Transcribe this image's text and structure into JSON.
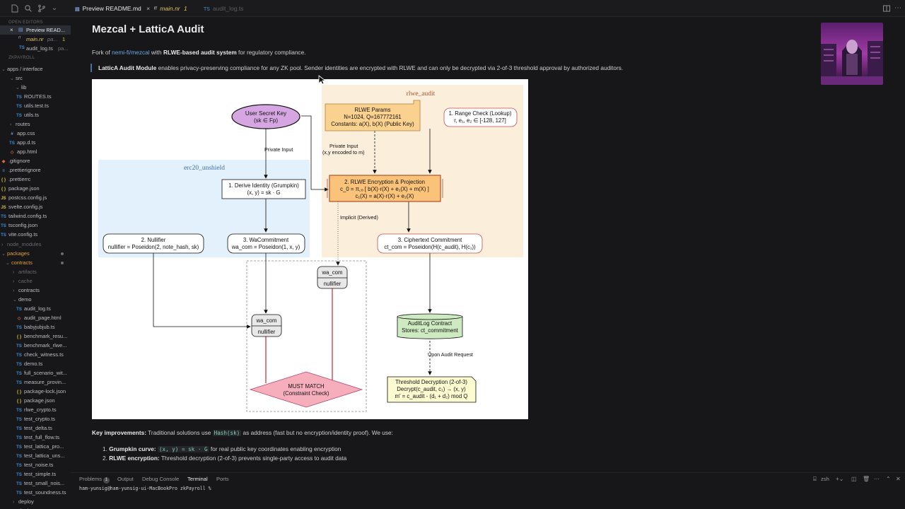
{
  "tabs": [
    {
      "label": "Preview README.md",
      "icon": "preview-icon"
    },
    {
      "label": "main.nr",
      "suffix": "1",
      "icon": "noir-file-icon"
    },
    {
      "label": "audit_log.ts",
      "icon": "ts-file-icon"
    }
  ],
  "tab_close": "×",
  "sidebar": {
    "open_editors_header": "OPEN EDITORS",
    "open_editors": [
      {
        "name": "Preview READ...",
        "close": "×"
      },
      {
        "name": "main.nr",
        "path": "pa...",
        "mod": "1"
      },
      {
        "name": "audit_log.ts",
        "path": "pa..."
      }
    ],
    "project_header": "ZKPAYROLL",
    "tree": [
      {
        "label": "apps / interface",
        "kind": "folder"
      },
      {
        "label": "src",
        "kind": "folder"
      },
      {
        "label": "lib",
        "kind": "folder"
      },
      {
        "label": "ROUTES.ts",
        "kind": "ts"
      },
      {
        "label": "utils.test.ts",
        "kind": "ts"
      },
      {
        "label": "utils.ts",
        "kind": "ts"
      },
      {
        "label": "routes",
        "kind": "folder"
      },
      {
        "label": "app.css",
        "kind": "css"
      },
      {
        "label": "app.d.ts",
        "kind": "ts"
      },
      {
        "label": "app.html",
        "kind": "html"
      },
      {
        "label": ".gitignore",
        "kind": "git"
      },
      {
        "label": ".prettierignore",
        "kind": "cfg"
      },
      {
        "label": ".prettierrc",
        "kind": "json"
      },
      {
        "label": "package.json",
        "kind": "json"
      },
      {
        "label": "postcss.config.js",
        "kind": "js"
      },
      {
        "label": "svelte.config.js",
        "kind": "js"
      },
      {
        "label": "tailwind.config.ts",
        "kind": "ts"
      },
      {
        "label": "tsconfig.json",
        "kind": "ts"
      },
      {
        "label": "vite.config.ts",
        "kind": "ts"
      },
      {
        "label": "node_modules",
        "kind": "folder"
      },
      {
        "label": "packages",
        "kind": "folder"
      },
      {
        "label": "contracts",
        "kind": "folder"
      },
      {
        "label": "artifacts",
        "kind": "folder"
      },
      {
        "label": "cache",
        "kind": "folder"
      },
      {
        "label": "contracts",
        "kind": "folder"
      },
      {
        "label": "demo",
        "kind": "folder"
      },
      {
        "label": "audit_log.ts",
        "kind": "ts"
      },
      {
        "label": "audit_page.html",
        "kind": "html"
      },
      {
        "label": "babyjubjub.ts",
        "kind": "ts"
      },
      {
        "label": "benchmark_resu...",
        "kind": "json"
      },
      {
        "label": "benchmark_rlwe...",
        "kind": "ts"
      },
      {
        "label": "check_witness.ts",
        "kind": "ts"
      },
      {
        "label": "demo.ts",
        "kind": "ts"
      },
      {
        "label": "full_scenario_wit...",
        "kind": "ts"
      },
      {
        "label": "measure_provin...",
        "kind": "ts"
      },
      {
        "label": "package-lock.json",
        "kind": "json"
      },
      {
        "label": "package.json",
        "kind": "json"
      },
      {
        "label": "rlwe_crypto.ts",
        "kind": "ts"
      },
      {
        "label": "test_crypto.ts",
        "kind": "ts"
      },
      {
        "label": "test_delta.ts",
        "kind": "ts"
      },
      {
        "label": "test_full_flow.ts",
        "kind": "ts"
      },
      {
        "label": "test_lattica_pro...",
        "kind": "ts"
      },
      {
        "label": "test_lattica_uns...",
        "kind": "ts"
      },
      {
        "label": "test_noise.ts",
        "kind": "ts"
      },
      {
        "label": "test_simple.ts",
        "kind": "ts"
      },
      {
        "label": "test_small_nois...",
        "kind": "ts"
      },
      {
        "label": "test_soundness.ts",
        "kind": "ts"
      },
      {
        "label": "deploy",
        "kind": "folder"
      },
      {
        "label": "deployments",
        "kind": "folder"
      }
    ]
  },
  "doc": {
    "title": "Mezcal + LatticA Audit",
    "intro_prefix": "Fork of ",
    "intro_link": "nemi-fi/mezcal",
    "intro_mid": " with ",
    "intro_bold": "RLWE-based audit system",
    "intro_suffix": " for regulatory compliance.",
    "quote_bold": "LatticA Audit Module",
    "quote_text": " enables privacy-preserving compliance for any ZK pool. Sender identities are encrypted with RLWE and can only be decrypted via 2-of-3 threshold approval by authorized auditors.",
    "key_bold": "Key improvements:",
    "key_text": " Traditional solutions use ",
    "key_code": "Hash(sk)",
    "key_tail": " as address (fast but no encryption/identity proof). We use:",
    "li1_num": "1.",
    "li1_bold": "Grumpkin curve:",
    "li1_code": "(x, y) = sk · G",
    "li1_text": " for real public key coordinates enabling encryption",
    "li2_num": "2.",
    "li2_bold": "RLWE encryption:",
    "li2_text": " Threshold decryption (2-of-3) prevents single-party access to audit data"
  },
  "diagram": {
    "rlwe_audit_label": "rlwe_audit",
    "erc20_label": "erc20_unshield",
    "user_key_1": "User Secret Key",
    "user_key_2": "(sk ∈ Fp)",
    "rlwe_params_1": "RLWE Params",
    "rlwe_params_2": "N=1024, Q=167772161",
    "rlwe_params_3": "Constants: a(X), b(X) (Public Key)",
    "range_1": "1. Range Check (Lookup)",
    "range_2": "r, e₁, e₂ ∈ [-128, 127]",
    "private_input": "Private Input",
    "private_input2_1": "Private Input",
    "private_input2_2": "(x,y encoded to m)",
    "derive_1": "1. Derive Identity (Grumpkin)",
    "derive_2": "(x, y) = sk · G",
    "enc_1": "2. RLWE Encryption & Projection",
    "enc_2": "c_0 = π꜀ₒ [ b(X)·r(X) + e₁(X) + m(X) ]",
    "enc_3": "c₁(X) = a(X)·r(X) + e₂(X)",
    "implicit": "Implicit (Derived)",
    "nullifier_1": "2. Nullifier",
    "nullifier_2": "nullifier = Poseidon(2, note_hash, sk)",
    "wacom_1": "3. WaCommitment",
    "wacom_2": "wa_com = Poseidon(1, x, y)",
    "ct_1": "3. Ciphertext Commitment",
    "ct_2": "ct_com = Poseidon(H(c_audit), H(c₁))",
    "wa_com": "wa_com",
    "nullifier": "nullifier",
    "audit_log_1": "AuditLog Contract",
    "audit_log_2": "Stores: ct_commitment",
    "upon_audit": "Upon Audit Request",
    "must_1": "MUST MATCH",
    "must_2": "(Constraint Check)",
    "thr_1": "Threshold Decryption (2-of-3)",
    "thr_2": "Decrypt(c_audit, c₁) → (x, y)",
    "thr_3": "m' = c_audit - (d₁ + d₂) mod Q"
  },
  "panel": {
    "tabs": [
      "Problems",
      "Output",
      "Debug Console",
      "Terminal",
      "Ports"
    ],
    "problems_count": "1",
    "active": "Terminal",
    "shell": "zsh",
    "terminal_line": "ham-yunsig@ham-yunsig-ui-MacBookPro zkPayroll %"
  }
}
